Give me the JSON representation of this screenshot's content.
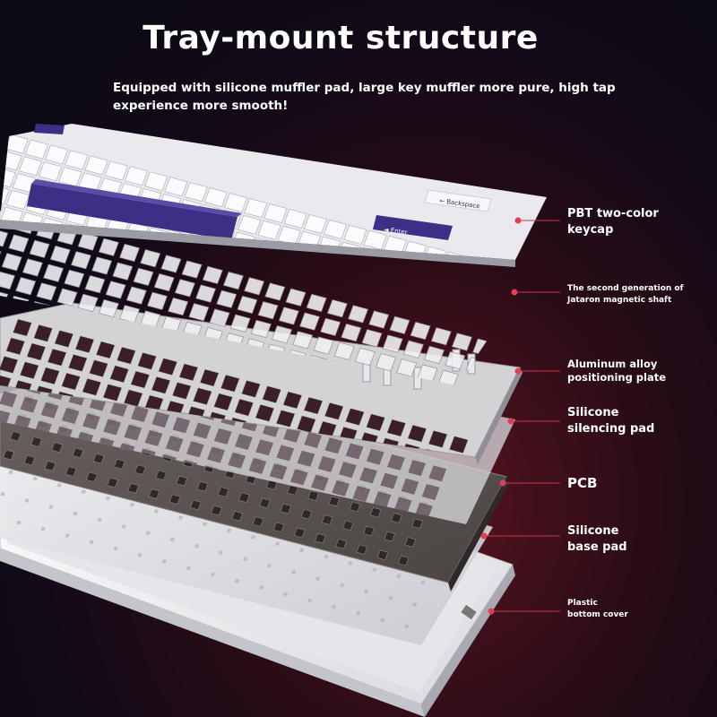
{
  "header": {
    "title": "Tray-mount structure",
    "subtitle": "Equipped with silicone muffler pad, large key muffler more pure, high tap experience more smooth!"
  },
  "layers": [
    {
      "label": "PBT two-color\nkeycap"
    },
    {
      "label": "The second generation of\nJataron magnetic shaft"
    },
    {
      "label": "Aluminum alloy\npositioning plate"
    },
    {
      "label": "Silicone\nsilencing pad"
    },
    {
      "label": "PCB"
    },
    {
      "label": "Silicone\nbase pad"
    },
    {
      "label": "Plastic\nbottom cover"
    }
  ],
  "keycap_legends": {
    "backspace": "← Backspace",
    "enter": "◄ Enter"
  },
  "colors": {
    "accent_dot": "#e04052",
    "leader_line": "#c83848",
    "keycap_white": "#f2f2f4",
    "keycap_purple": "#3e2f86",
    "pcb": "#5a5250",
    "plate": "#d6d6d8"
  }
}
